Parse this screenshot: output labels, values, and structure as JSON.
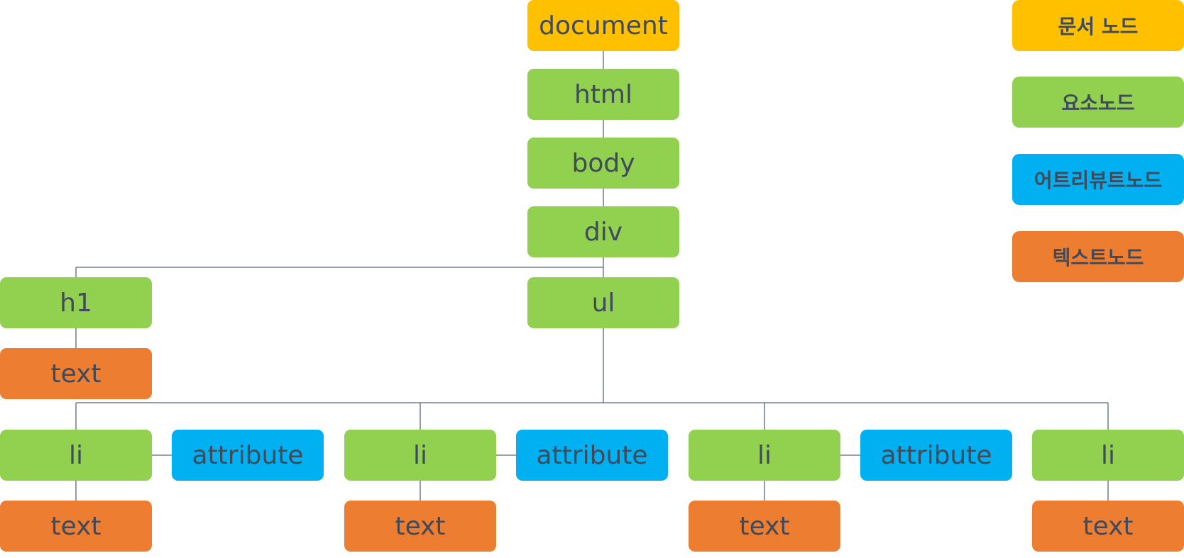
{
  "colors": {
    "document": "#ffc000",
    "element": "#92d050",
    "attribute": "#00b0f0",
    "text": "#ed7d31",
    "line": "#5b6675",
    "label": "#3f4a5c"
  },
  "tree": {
    "document": "document",
    "html": "html",
    "body": "body",
    "div": "div",
    "h1": "h1",
    "h1_text": "text",
    "ul": "ul",
    "items": [
      {
        "li": "li",
        "attribute": "attribute",
        "text": "text"
      },
      {
        "li": "li",
        "attribute": "attribute",
        "text": "text"
      },
      {
        "li": "li",
        "attribute": "attribute",
        "text": "text"
      },
      {
        "li": "li",
        "text": "text"
      }
    ]
  },
  "legend": {
    "document_node": "문서 노드",
    "element_node": "요소노드",
    "attribute_node": "어트리뷰트노드",
    "text_node": "텍스트노드"
  }
}
